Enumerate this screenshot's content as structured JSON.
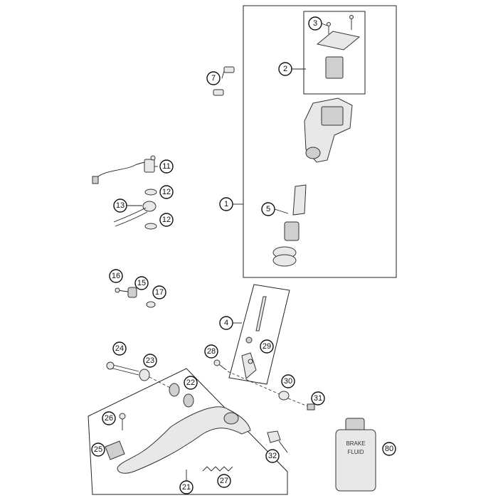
{
  "diagram": {
    "callouts": [
      {
        "id": "c1",
        "label": "1"
      },
      {
        "id": "c2",
        "label": "2"
      },
      {
        "id": "c3",
        "label": "3"
      },
      {
        "id": "c4",
        "label": "4"
      },
      {
        "id": "c5",
        "label": "5"
      },
      {
        "id": "c7",
        "label": "7"
      },
      {
        "id": "c11",
        "label": "11"
      },
      {
        "id": "c12a",
        "label": "12"
      },
      {
        "id": "c12b",
        "label": "12"
      },
      {
        "id": "c13",
        "label": "13"
      },
      {
        "id": "c15",
        "label": "15"
      },
      {
        "id": "c16",
        "label": "16"
      },
      {
        "id": "c17",
        "label": "17"
      },
      {
        "id": "c21",
        "label": "21"
      },
      {
        "id": "c22",
        "label": "22"
      },
      {
        "id": "c23",
        "label": "23"
      },
      {
        "id": "c24",
        "label": "24"
      },
      {
        "id": "c25",
        "label": "25"
      },
      {
        "id": "c26",
        "label": "26"
      },
      {
        "id": "c27",
        "label": "27"
      },
      {
        "id": "c28",
        "label": "28"
      },
      {
        "id": "c29",
        "label": "29"
      },
      {
        "id": "c30",
        "label": "30"
      },
      {
        "id": "c31",
        "label": "31"
      },
      {
        "id": "c32",
        "label": "32"
      },
      {
        "id": "c80",
        "label": "80"
      }
    ],
    "bottle_label_line1": "BRAKE",
    "bottle_label_line2": "FLUID"
  }
}
